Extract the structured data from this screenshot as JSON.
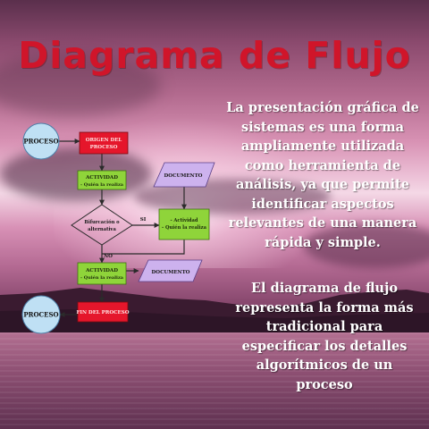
{
  "slide": {
    "title": "Diagrama de Flujo",
    "paragraph_1": "La presentación gráfica de sistemas es una forma ampliamente utilizada como herramienta de análisis,  ya que permite identificar aspectos relevantes de una manera rápida y simple.",
    "paragraph_2": "El diagrama de flujo representa la forma más tradicional para especificar los detalles algorítmicos de un proceso"
  },
  "flowchart": {
    "start_circle": "PROCESO",
    "end_circle": "PROCESO",
    "origin_box": [
      "ORIGEN DEL",
      "PROCESO"
    ],
    "activity_box_1": [
      "ACTIVIDAD",
      "- Quién la realiza"
    ],
    "decision": [
      "Bifurcación o",
      "alternativa"
    ],
    "decision_yes": "SI",
    "decision_no": "NO",
    "document_1": "DOCUMENTO",
    "activity_box_2": [
      "- Actividad",
      "- Quién la realiza"
    ],
    "activity_box_3": [
      "ACTIVIDAD",
      "- Quién la realiza"
    ],
    "document_2": "DOCUMENTO",
    "end_box": "FIN DEL PROCESO"
  },
  "colors": {
    "title": "#d0152a",
    "process_circle": "#bfe0f4",
    "red_box": "#e5162b",
    "green_box": "#8fd43a",
    "document": "#cdb2ee"
  }
}
